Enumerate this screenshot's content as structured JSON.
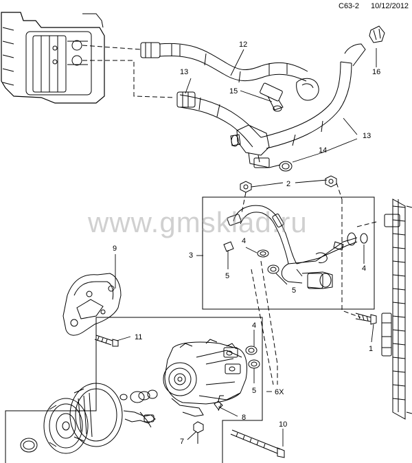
{
  "header": {
    "code": "C63-2",
    "date": "10/12/2012"
  },
  "watermark": "www.gmsklad.ru",
  "callouts": {
    "c1": "1",
    "c2": "2",
    "c3": "3",
    "c4a": "4",
    "c4b": "4",
    "c4c": "4",
    "c5a": "5",
    "c5b": "5",
    "c5c": "5",
    "c6x": "6X",
    "c7": "7",
    "c8": "8",
    "c9": "9",
    "c10": "10",
    "c11": "11",
    "c12": "12",
    "c13a": "13",
    "c13b": "13",
    "c14": "14",
    "c15": "15",
    "c16": "16"
  },
  "colors": {
    "line": "#000000",
    "watermark": "#969696"
  }
}
